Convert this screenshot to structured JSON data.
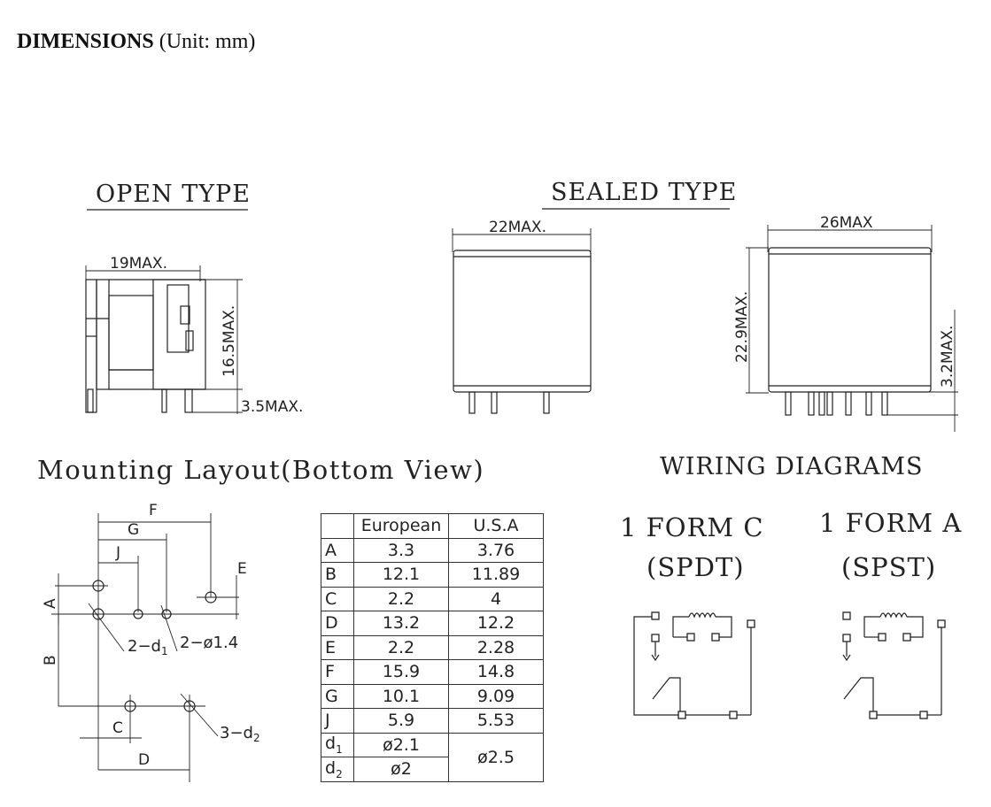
{
  "header": {
    "title_bold": "DIMENSIONS",
    "title_unit": "(Unit: mm)"
  },
  "open_type": {
    "title": "OPEN TYPE",
    "dim_width": "19MAX.",
    "dim_height": "16.5MAX.",
    "dim_pin": "3.5MAX."
  },
  "sealed_type": {
    "title": "SEALED TYPE",
    "dim_width_small": "22MAX.",
    "dim_width_large": "26MAX",
    "dim_height": "22.9MAX.",
    "dim_pin": "3.2MAX."
  },
  "mounting": {
    "title": "Mounting Layout(Bottom View)",
    "labels": {
      "F": "F",
      "G": "G",
      "J": "J",
      "E": "E",
      "A": "A",
      "B": "B",
      "C": "C",
      "D": "D",
      "hole_d1": "2−d",
      "hole_d1_sub": "1",
      "hole_14": "2−ø1.4",
      "hole_d2": "3−d",
      "hole_d2_sub": "2"
    }
  },
  "table": {
    "headers": [
      "",
      "European",
      "U.S.A"
    ],
    "rows": [
      [
        "A",
        "3.3",
        "3.76"
      ],
      [
        "B",
        "12.1",
        "11.89"
      ],
      [
        "C",
        "2.2",
        "4"
      ],
      [
        "D",
        "13.2",
        "12.2"
      ],
      [
        "E",
        "2.2",
        "2.28"
      ],
      [
        "F",
        "15.9",
        "14.8"
      ],
      [
        "G",
        "10.1",
        "9.09"
      ],
      [
        "J",
        "5.9",
        "5.53"
      ]
    ],
    "d1_key": "d",
    "d1_sub": "1",
    "d1_eu": "ø2.1",
    "d2_key": "d",
    "d2_sub": "2",
    "d2_eu": "ø2",
    "d_usa": "ø2.5"
  },
  "wiring": {
    "title": "WIRING DIAGRAMS",
    "form_c_line1": "1 FORM C",
    "form_c_line2": "(SPDT)",
    "form_a_line1": "1 FORM A",
    "form_a_line2": "(SPST)"
  }
}
